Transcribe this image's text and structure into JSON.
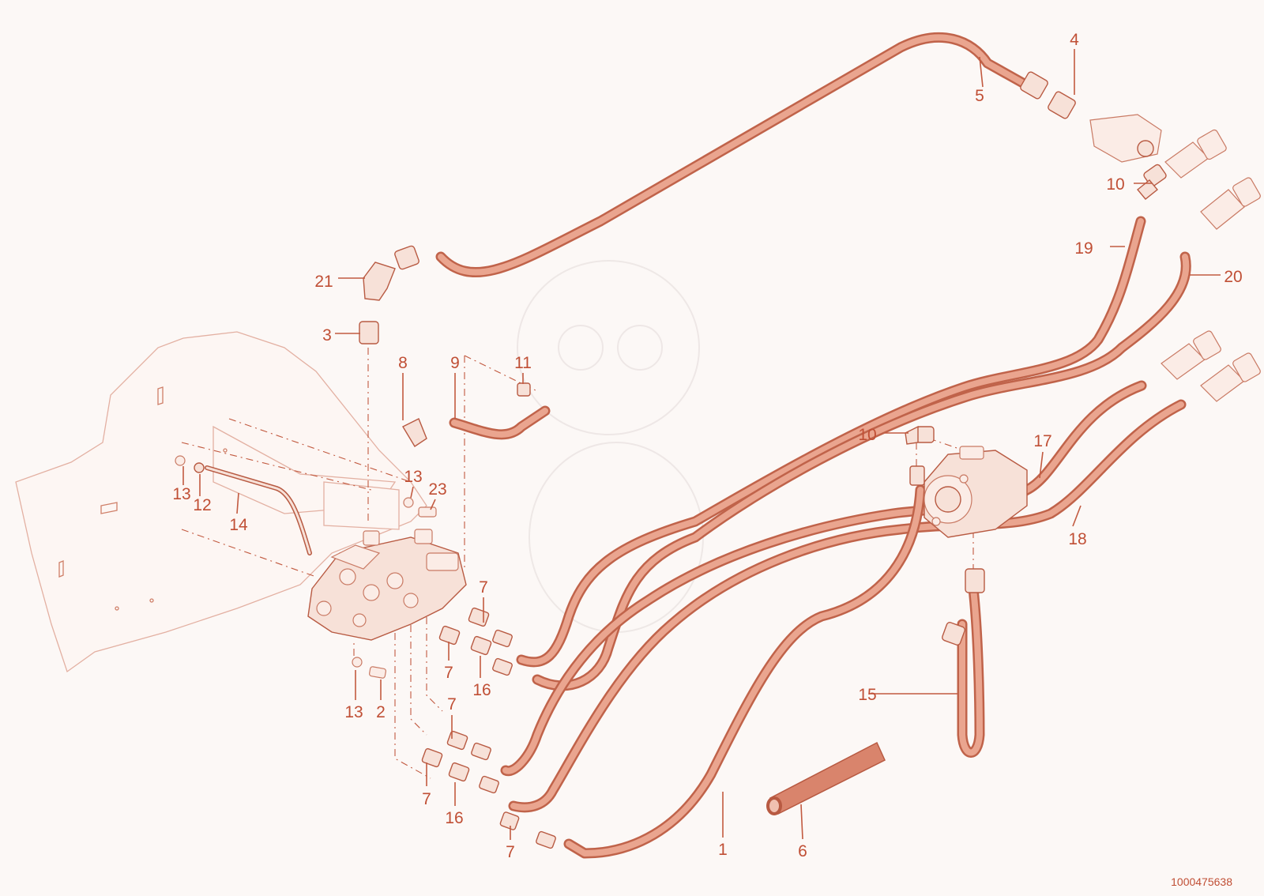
{
  "diagram": {
    "reference_number": "1000475638",
    "callouts": [
      {
        "id": "c1",
        "text": "1"
      },
      {
        "id": "c2",
        "text": "2"
      },
      {
        "id": "c3",
        "text": "3"
      },
      {
        "id": "c4",
        "text": "4"
      },
      {
        "id": "c5",
        "text": "5"
      },
      {
        "id": "c6",
        "text": "6"
      },
      {
        "id": "c7a",
        "text": "7"
      },
      {
        "id": "c7b",
        "text": "7"
      },
      {
        "id": "c7c",
        "text": "7"
      },
      {
        "id": "c7d",
        "text": "7"
      },
      {
        "id": "c7e",
        "text": "7"
      },
      {
        "id": "c8",
        "text": "8"
      },
      {
        "id": "c9",
        "text": "9"
      },
      {
        "id": "c10a",
        "text": "10"
      },
      {
        "id": "c10b",
        "text": "10"
      },
      {
        "id": "c11",
        "text": "11"
      },
      {
        "id": "c12",
        "text": "12"
      },
      {
        "id": "c13a",
        "text": "13"
      },
      {
        "id": "c13b",
        "text": "13"
      },
      {
        "id": "c13c",
        "text": "13"
      },
      {
        "id": "c14",
        "text": "14"
      },
      {
        "id": "c15",
        "text": "15"
      },
      {
        "id": "c16a",
        "text": "16"
      },
      {
        "id": "c16b",
        "text": "16"
      },
      {
        "id": "c17",
        "text": "17"
      },
      {
        "id": "c18",
        "text": "18"
      },
      {
        "id": "c19",
        "text": "19"
      },
      {
        "id": "c20",
        "text": "20"
      },
      {
        "id": "c21",
        "text": "21"
      },
      {
        "id": "c23",
        "text": "23"
      }
    ]
  }
}
